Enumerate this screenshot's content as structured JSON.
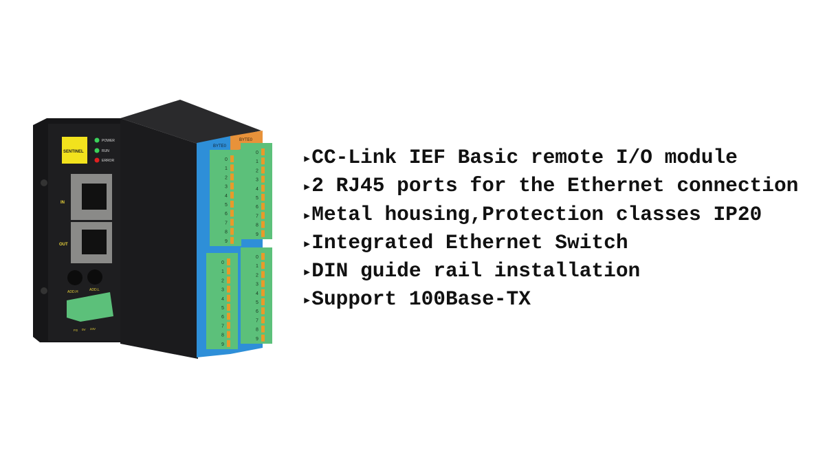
{
  "product": {
    "brand_logo_text": "SENTINEL",
    "led_labels": [
      "POWER",
      "RUN",
      "ERROR"
    ],
    "port_labels": [
      "IN",
      "OUT"
    ],
    "switch_labels": [
      "ADD.H",
      "ADD.L"
    ],
    "power_terminal_labels": [
      "FG",
      "0V",
      "24V"
    ],
    "byte_labels": [
      "BYTE0",
      "BYTE0"
    ],
    "terminal_numbers": [
      "0",
      "1",
      "2",
      "3",
      "4",
      "5",
      "6",
      "7",
      "8",
      "9"
    ],
    "colors": {
      "housing": "#1c1c1e",
      "side_panel": "#2e8fd8",
      "orange_panel": "#e8923a",
      "terminal": "#5cc07a",
      "logo": "#f2e21d"
    }
  },
  "features": {
    "marker": "▸",
    "items": [
      "CC-Link IEF Basic remote I/O module",
      "2 RJ45 ports for the Ethernet connection",
      "Metal housing,Protection classes IP20",
      "Integrated Ethernet Switch",
      "DIN guide rail installation",
      "Support 100Base-TX"
    ]
  }
}
